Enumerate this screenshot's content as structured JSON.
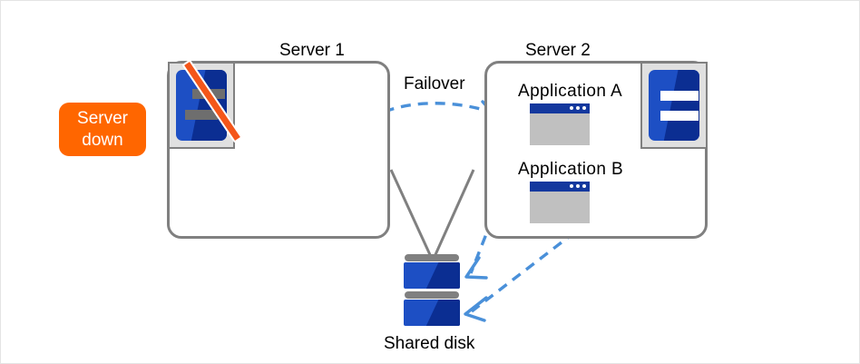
{
  "diagram": {
    "title": "Failover cluster diagram",
    "colors": {
      "box_border": "#808080",
      "server_down_badge": "#ff6600",
      "badge_text": "#ffffff",
      "arrow_blue": "#4a90d9",
      "connector_gray": "#808080",
      "disk_light_blue": "#1d4fc4",
      "disk_dark_blue": "#0b2e92",
      "app_titlebar_blue": "#14389e",
      "app_body_gray": "#c0c0c0",
      "icon_frame_gray": "#e0e0e0",
      "slash_orange": "#f4561a",
      "text": "#000000",
      "canvas_background": "#ffffff"
    },
    "badges": {
      "server_down": {
        "line1": "Server",
        "line2": "down"
      }
    },
    "nodes": {
      "server1": {
        "title": "Server 1",
        "icon_name": "server-machine-icon-disabled",
        "state": "down",
        "applications": []
      },
      "server2": {
        "title": "Server 2",
        "icon_name": "server-machine-icon-active",
        "state": "active",
        "applications": [
          {
            "label": "Application  A",
            "icon_name": "app-window-icon"
          },
          {
            "label": "Application  B",
            "icon_name": "app-window-icon"
          }
        ]
      },
      "shared_disk": {
        "label": "Shared disk",
        "icon_name": "shared-disk-icon",
        "units": 2
      }
    },
    "edges": {
      "failover": {
        "label": "Failover",
        "style": "dashed",
        "color": "#4a90d9",
        "from": "server1",
        "to": "server2"
      },
      "app_a_to_disk": {
        "label": "",
        "style": "dashed",
        "color": "#4a90d9",
        "from": "Application  A",
        "to": "Shared disk"
      },
      "app_b_to_disk": {
        "label": "",
        "style": "dashed",
        "color": "#4a90d9",
        "from": "Application  B",
        "to": "Shared disk"
      },
      "server1_to_disk": {
        "label": "",
        "style": "solid",
        "color": "#808080",
        "from": "server1",
        "to": "shared_disk"
      },
      "server2_to_disk": {
        "label": "",
        "style": "solid",
        "color": "#808080",
        "from": "server2",
        "to": "shared_disk"
      }
    }
  }
}
